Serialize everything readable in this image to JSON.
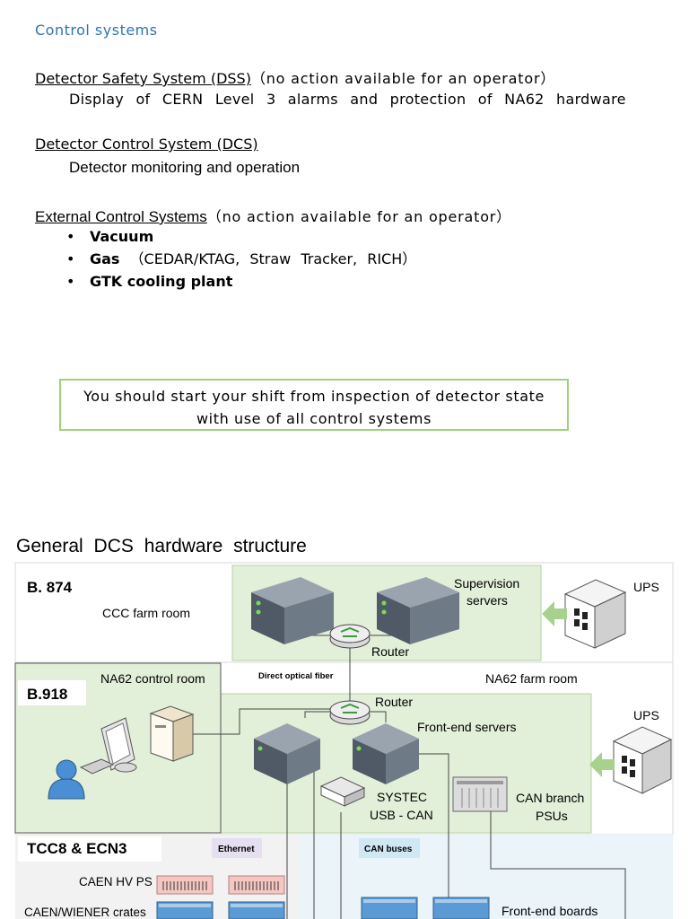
{
  "section_title": "Control systems",
  "dss": {
    "heading": "Detector Safety System (DSS)",
    "note": "（no action available for an operator）",
    "description": "Display of CERN Level 3 alarms and protection of NA62 hardware"
  },
  "dcs": {
    "heading": "Detector Control System (DCS)",
    "description": "Detector monitoring and operation"
  },
  "external": {
    "heading": "External Control Systems",
    "note": "（no action available for an operator）",
    "items": [
      {
        "bold": "Vacuum",
        "rest": ""
      },
      {
        "bold": "Gas",
        "rest": " （CEDAR/KTAG, Straw Tracker, RICH）"
      },
      {
        "bold": "GTK cooling plant",
        "rest": ""
      }
    ]
  },
  "shift_note": {
    "line1": "You should start your shift from inspection of detector state",
    "line2": "with use of all control systems"
  },
  "diagram": {
    "title": "General DCS hardware structure",
    "b874": "B. 874",
    "ccc_farm_room": "CCC farm room",
    "supervision_servers_1": "Supervision",
    "supervision_servers_2": "servers",
    "ups_top": "UPS",
    "router_top": "Router",
    "b918": "B.918",
    "na62_control_room": "NA62 control room",
    "direct_optical_fiber": "Direct optical fiber",
    "na62_farm_room": "NA62 farm room",
    "router_mid": "Router",
    "front_end_servers": "Front-end servers",
    "ups_mid": "UPS",
    "systec_1": "SYSTEC",
    "systec_2": "USB - CAN",
    "can_branch_1": "CAN branch",
    "can_branch_2": "PSUs",
    "tcc8": "TCC8 & ECN3",
    "ethernet": "Ethernet",
    "can_buses": "CAN buses",
    "caen_hv_ps": "CAEN HV PS",
    "caen_wiener": "CAEN/WIENER crates",
    "front_end_boards": "Front-end boards"
  }
}
